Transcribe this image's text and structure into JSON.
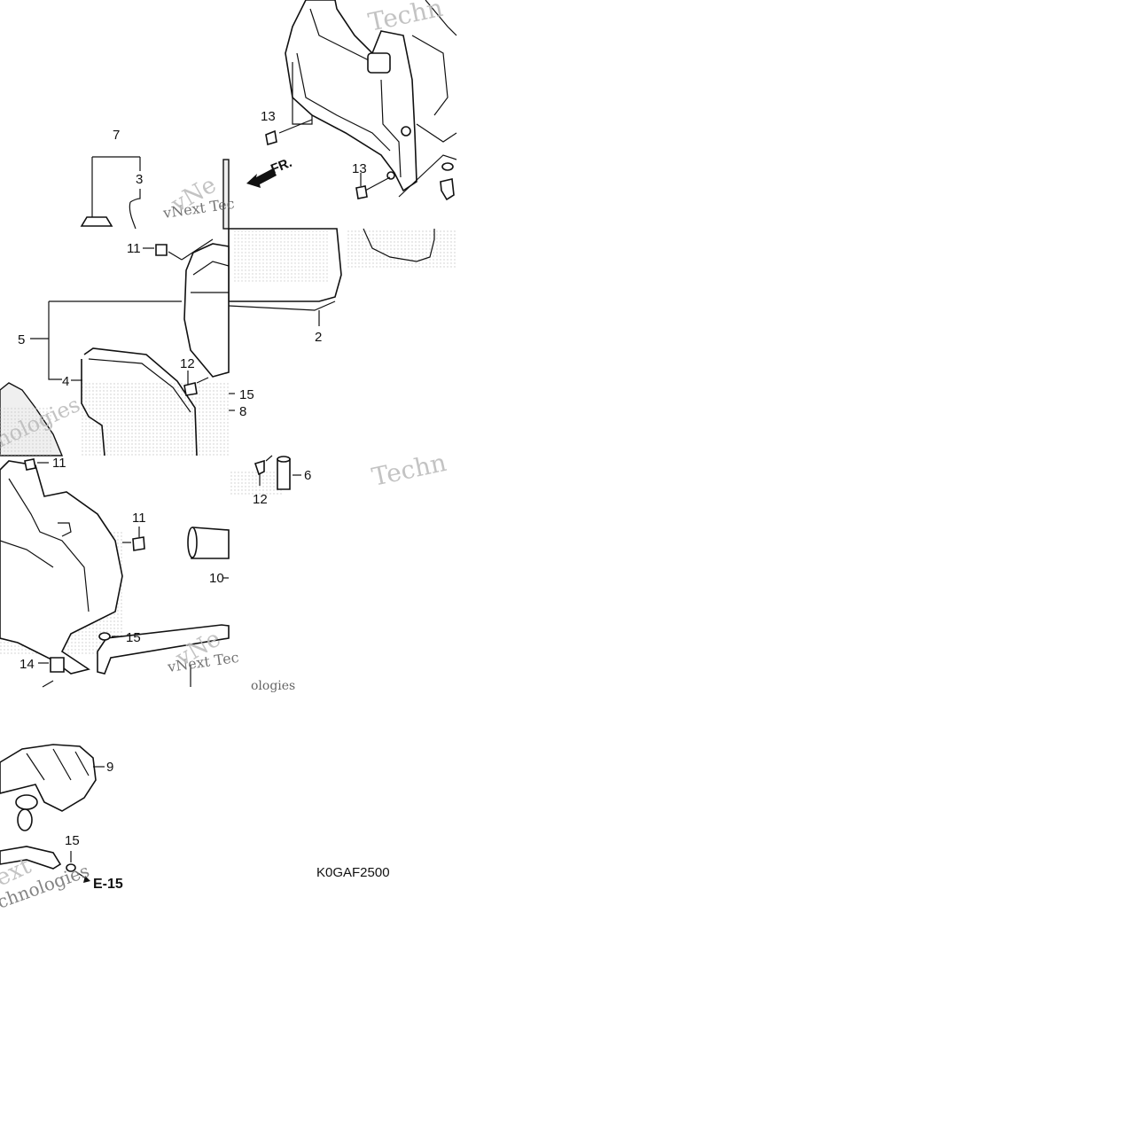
{
  "callouts": [
    {
      "id": "c7",
      "text": "7"
    },
    {
      "id": "c3",
      "text": "3"
    },
    {
      "id": "c13a",
      "text": "13"
    },
    {
      "id": "c13b",
      "text": "13"
    },
    {
      "id": "c11a",
      "text": "11"
    },
    {
      "id": "c5",
      "text": "5"
    },
    {
      "id": "c4",
      "text": "4"
    },
    {
      "id": "c2",
      "text": "2"
    },
    {
      "id": "c12a",
      "text": "12"
    },
    {
      "id": "c15a",
      "text": "15"
    },
    {
      "id": "c8",
      "text": "8"
    },
    {
      "id": "c11b",
      "text": "11"
    },
    {
      "id": "c11c",
      "text": "11"
    },
    {
      "id": "c6",
      "text": "6"
    },
    {
      "id": "c12b",
      "text": "12"
    },
    {
      "id": "c10",
      "text": "10"
    },
    {
      "id": "c15b",
      "text": "15"
    },
    {
      "id": "c14",
      "text": "14"
    },
    {
      "id": "c9",
      "text": "9"
    },
    {
      "id": "c15c",
      "text": "15"
    }
  ],
  "direction_label": "FR.",
  "reference": "E-15",
  "diagram_code": "K0GAF2500",
  "watermarks": {
    "w1": "Techn",
    "w2": "vNext Tec",
    "w3": "vNe",
    "w4": "Techn",
    "w5": "vNext Tec",
    "w6": "vNe",
    "w7": "nologies",
    "w8": "ext",
    "w9": "chnologies",
    "w10": "ologies"
  },
  "colors": {
    "line": "#111111",
    "watermark": "#bdbdbd",
    "background": "#ffffff"
  }
}
